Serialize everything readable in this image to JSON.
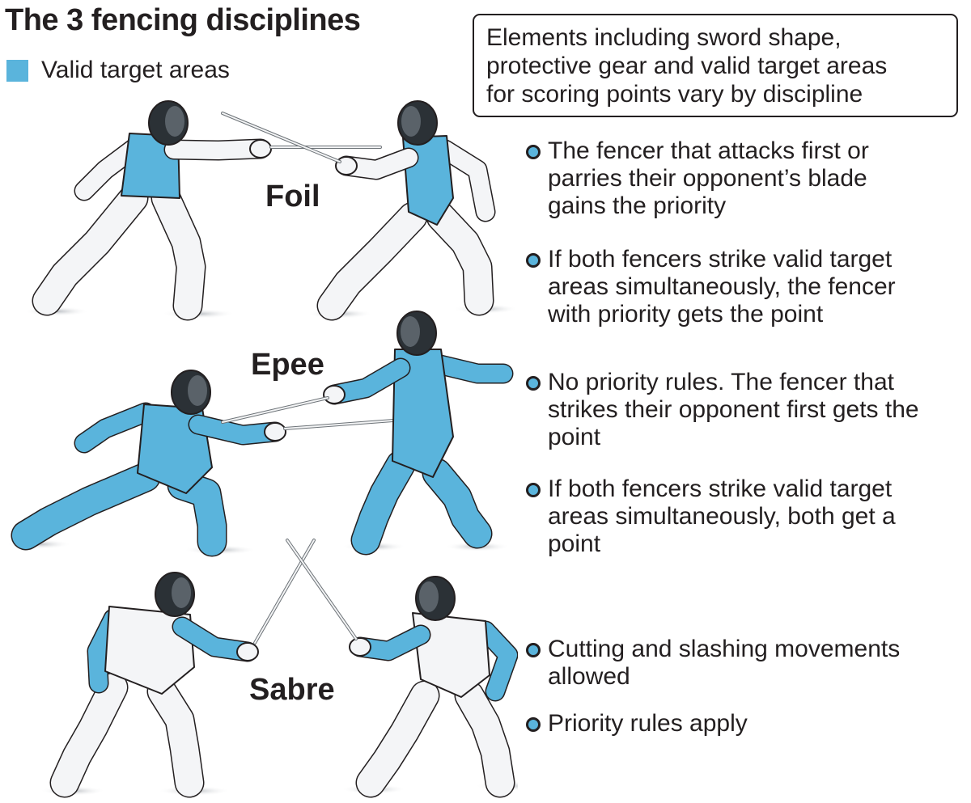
{
  "title": "The 3 fencing disciplines",
  "legend": {
    "label": "Valid target areas",
    "color": "#5ab4dc"
  },
  "colors": {
    "target": "#5ab4dc",
    "target_shade": "#3a93bf",
    "suit": "#f4f5f7",
    "outline": "#231f20",
    "mask": "#2b3136",
    "shadow": "#cfd2d6"
  },
  "intro": "Elements including sword shape,\nprotective gear and valid target areas\nfor scoring points vary by discipline",
  "disciplines": [
    {
      "name": "Foil",
      "notes": [
        "The fencer that attacks first or\nparries their opponent’s blade\ngains the priority",
        "If both fencers strike valid target\nareas simultaneously, the fencer\nwith priority gets the point"
      ]
    },
    {
      "name": "Epee",
      "notes": [
        "No priority rules. The fencer that\nstrikes their opponent first gets the\npoint",
        "If both fencers strike valid target\nareas simultaneously, both get a\npoint"
      ]
    },
    {
      "name": "Sabre",
      "notes": [
        "Cutting and slashing movements\nallowed",
        "Priority rules apply"
      ]
    }
  ]
}
